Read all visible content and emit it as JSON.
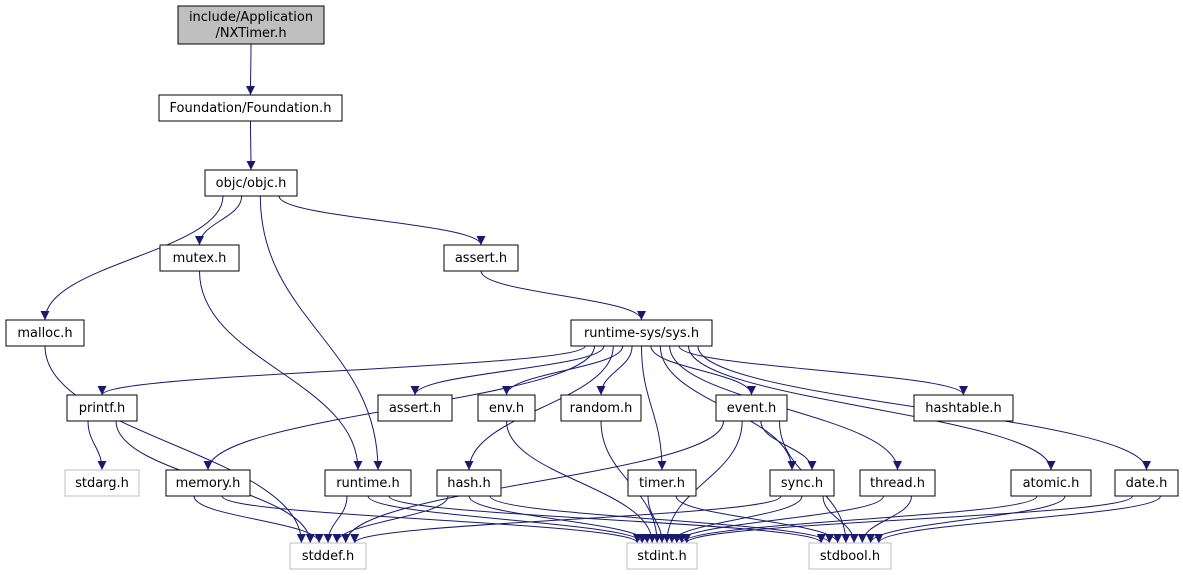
{
  "colors": {
    "edge": "#191970",
    "node_border": "#000000",
    "node_border_missing": "#bfbfbf",
    "root_fill": "#bfbfbf",
    "node_fill": "#ffffff"
  },
  "nodes": [
    {
      "id": "root",
      "lines": [
        "include/Application",
        "/NXTimer.h"
      ],
      "style": "root"
    },
    {
      "id": "foundation",
      "lines": [
        "Foundation/Foundation.h"
      ],
      "style": "normal"
    },
    {
      "id": "objc",
      "lines": [
        "objc/objc.h"
      ],
      "style": "normal"
    },
    {
      "id": "mutex",
      "lines": [
        "mutex.h"
      ],
      "style": "normal"
    },
    {
      "id": "assert_top",
      "lines": [
        "assert.h"
      ],
      "style": "normal"
    },
    {
      "id": "malloc",
      "lines": [
        "malloc.h"
      ],
      "style": "normal"
    },
    {
      "id": "sys",
      "lines": [
        "runtime-sys/sys.h"
      ],
      "style": "normal"
    },
    {
      "id": "printf",
      "lines": [
        "printf.h"
      ],
      "style": "normal"
    },
    {
      "id": "assert2",
      "lines": [
        "assert.h"
      ],
      "style": "normal"
    },
    {
      "id": "env",
      "lines": [
        "env.h"
      ],
      "style": "normal"
    },
    {
      "id": "random",
      "lines": [
        "random.h"
      ],
      "style": "normal"
    },
    {
      "id": "event",
      "lines": [
        "event.h"
      ],
      "style": "normal"
    },
    {
      "id": "hashtable",
      "lines": [
        "hashtable.h"
      ],
      "style": "normal"
    },
    {
      "id": "stdarg",
      "lines": [
        "stdarg.h"
      ],
      "style": "missing"
    },
    {
      "id": "memory",
      "lines": [
        "memory.h"
      ],
      "style": "normal"
    },
    {
      "id": "runtime",
      "lines": [
        "runtime.h"
      ],
      "style": "normal"
    },
    {
      "id": "hash",
      "lines": [
        "hash.h"
      ],
      "style": "normal"
    },
    {
      "id": "timer",
      "lines": [
        "timer.h"
      ],
      "style": "normal"
    },
    {
      "id": "sync",
      "lines": [
        "sync.h"
      ],
      "style": "normal"
    },
    {
      "id": "thread",
      "lines": [
        "thread.h"
      ],
      "style": "normal"
    },
    {
      "id": "atomic",
      "lines": [
        "atomic.h"
      ],
      "style": "normal"
    },
    {
      "id": "date",
      "lines": [
        "date.h"
      ],
      "style": "normal"
    },
    {
      "id": "stddef",
      "lines": [
        "stddef.h"
      ],
      "style": "missing"
    },
    {
      "id": "stdint",
      "lines": [
        "stdint.h"
      ],
      "style": "missing"
    },
    {
      "id": "stdbool",
      "lines": [
        "stdbool.h"
      ],
      "style": "missing"
    }
  ],
  "edges": [
    {
      "from": "root",
      "to": "foundation"
    },
    {
      "from": "foundation",
      "to": "objc"
    },
    {
      "from": "objc",
      "to": "malloc"
    },
    {
      "from": "objc",
      "to": "mutex"
    },
    {
      "from": "objc",
      "to": "runtime"
    },
    {
      "from": "objc",
      "to": "assert_top"
    },
    {
      "from": "assert_top",
      "to": "sys"
    },
    {
      "from": "mutex",
      "to": "runtime"
    },
    {
      "from": "malloc",
      "to": "stddef"
    },
    {
      "from": "sys",
      "to": "printf"
    },
    {
      "from": "sys",
      "to": "memory"
    },
    {
      "from": "sys",
      "to": "hash"
    },
    {
      "from": "sys",
      "to": "assert2"
    },
    {
      "from": "sys",
      "to": "env"
    },
    {
      "from": "sys",
      "to": "random"
    },
    {
      "from": "sys",
      "to": "timer"
    },
    {
      "from": "sys",
      "to": "event"
    },
    {
      "from": "sys",
      "to": "sync"
    },
    {
      "from": "sys",
      "to": "thread"
    },
    {
      "from": "sys",
      "to": "hashtable"
    },
    {
      "from": "sys",
      "to": "atomic"
    },
    {
      "from": "sys",
      "to": "date"
    },
    {
      "from": "printf",
      "to": "stdarg"
    },
    {
      "from": "printf",
      "to": "stddef"
    },
    {
      "from": "env",
      "to": "stdint"
    },
    {
      "from": "random",
      "to": "stdint"
    },
    {
      "from": "event",
      "to": "stddef"
    },
    {
      "from": "event",
      "to": "stdint"
    },
    {
      "from": "event",
      "to": "sync"
    },
    {
      "from": "event",
      "to": "stdbool"
    },
    {
      "from": "memory",
      "to": "stddef"
    },
    {
      "from": "memory",
      "to": "stdint"
    },
    {
      "from": "runtime",
      "to": "stddef"
    },
    {
      "from": "runtime",
      "to": "stdint"
    },
    {
      "from": "runtime",
      "to": "stdbool"
    },
    {
      "from": "hash",
      "to": "stddef"
    },
    {
      "from": "hash",
      "to": "stdint"
    },
    {
      "from": "hash",
      "to": "stdbool"
    },
    {
      "from": "timer",
      "to": "stdint"
    },
    {
      "from": "timer",
      "to": "stdbool"
    },
    {
      "from": "sync",
      "to": "stddef"
    },
    {
      "from": "sync",
      "to": "stdint"
    },
    {
      "from": "sync",
      "to": "stdbool"
    },
    {
      "from": "thread",
      "to": "stdint"
    },
    {
      "from": "thread",
      "to": "stdbool"
    },
    {
      "from": "atomic",
      "to": "stdint"
    },
    {
      "from": "atomic",
      "to": "stdbool"
    },
    {
      "from": "date",
      "to": "stdint"
    },
    {
      "from": "date",
      "to": "stdbool"
    }
  ]
}
